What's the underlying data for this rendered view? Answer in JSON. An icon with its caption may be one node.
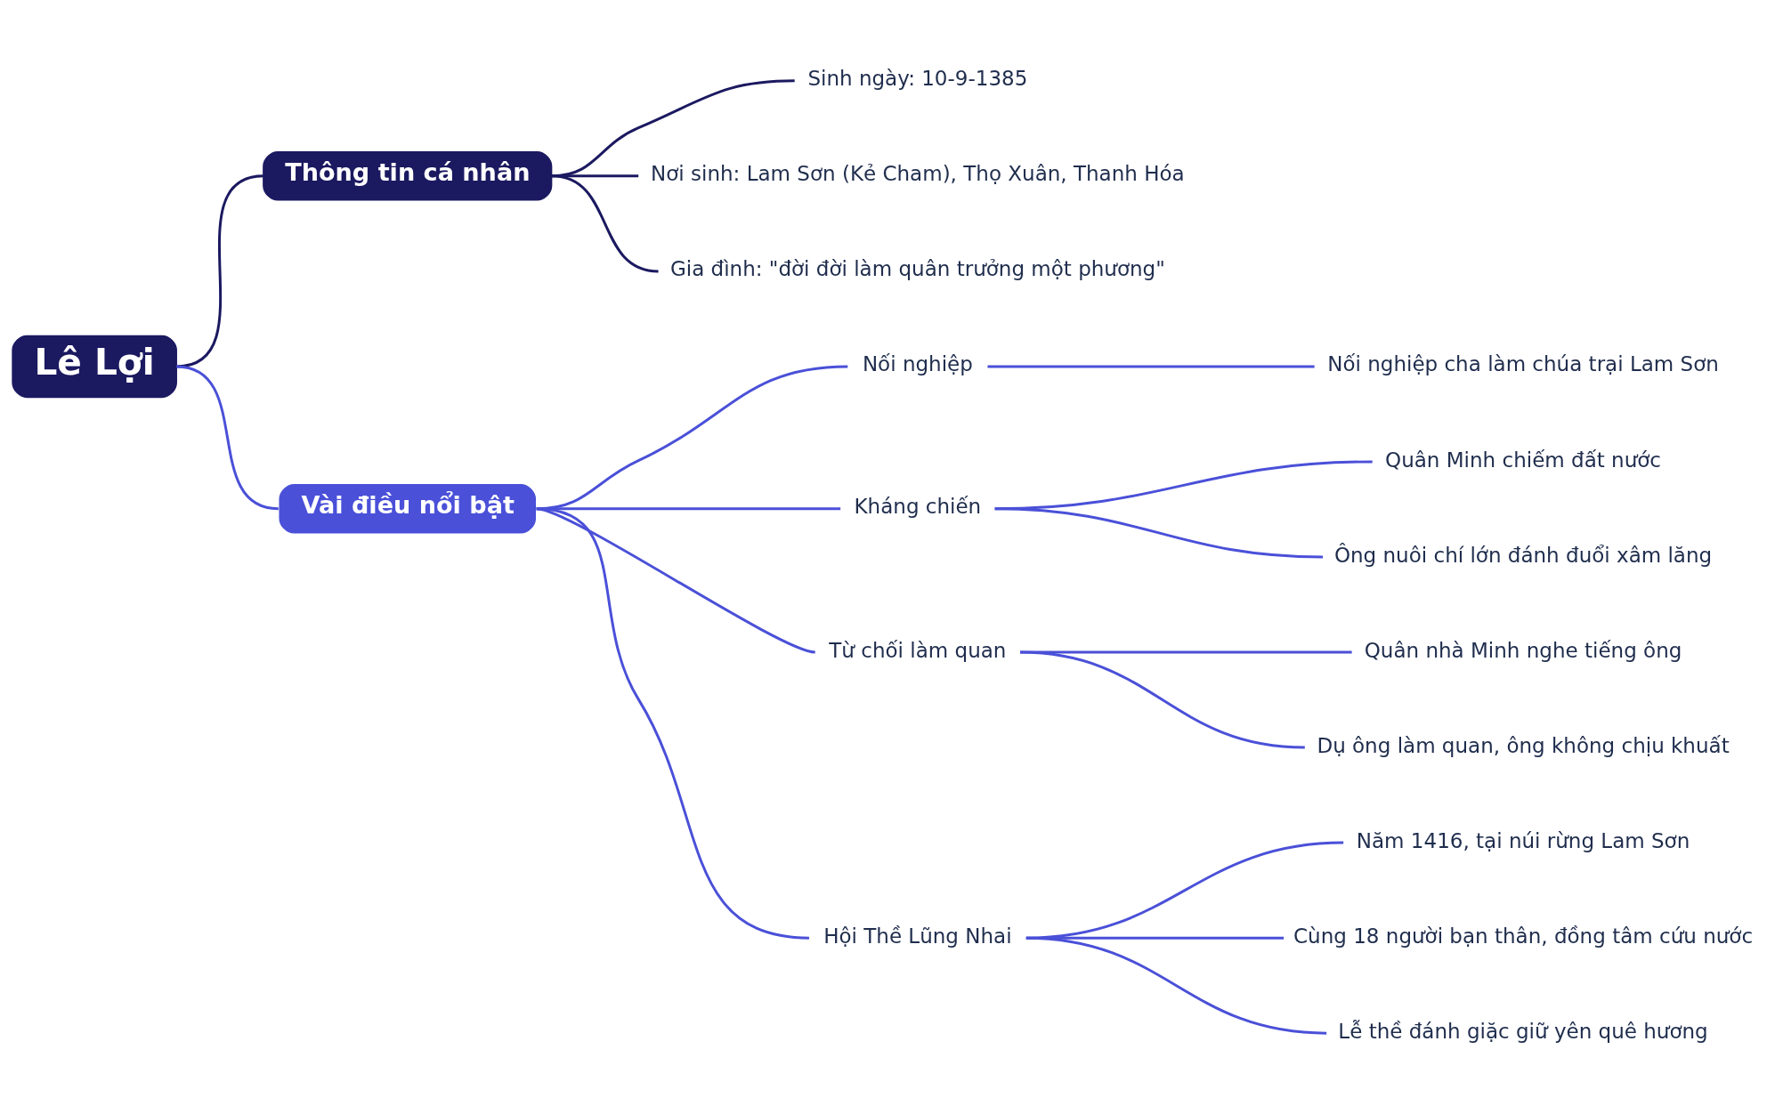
{
  "diagram": {
    "nodes": [
      {
        "text": [
          "Lê Lợi"
        ]
      },
      {
        "text": [
          "Thông tin cá nhân"
        ]
      },
      {
        "text": [
          "Sinh ngày: 10-9-1385"
        ]
      },
      {
        "text": [
          "Nơi sinh: Lam Sơn (Kẻ Cham), Thọ Xuân, Thanh Hóa"
        ]
      },
      {
        "text": [
          "Gia đình: \"đời đời làm quân trưởng một phương\""
        ]
      },
      {
        "text": [
          "Vài điều nổi bật"
        ]
      },
      {
        "text": [
          "Nối nghiệp"
        ]
      },
      {
        "text": [
          "Nối nghiệp cha làm chúa trại Lam Sơn"
        ]
      },
      {
        "text": [
          "Kháng chiến"
        ]
      },
      {
        "text": [
          "Quân Minh chiếm đất nước"
        ]
      },
      {
        "text": [
          "Ông nuôi chí lớn đánh đuổi xâm lăng"
        ]
      },
      {
        "text": [
          "Từ chối làm quan"
        ]
      },
      {
        "text": [
          "Quân nhà Minh nghe tiếng ông"
        ]
      },
      {
        "text": [
          "Dụ ông làm quan, ông không chịu khuất"
        ]
      },
      {
        "text": [
          "Hội Thề Lũng Nhai"
        ]
      },
      {
        "text": [
          "Năm 1416, tại núi rừng Lam Sơn"
        ]
      },
      {
        "text": [
          "Cùng 18 người bạn thân, đồng tâm cứu nước"
        ]
      },
      {
        "text": [
          "Lễ thề đánh giặc giữ yên quê hương"
        ]
      }
    ],
    "edges": [
      {
        "from": 0,
        "to": 1,
        "arrow": "none",
        "color": "#1b1960"
      },
      {
        "from": 1,
        "to": 2,
        "arrow": "none",
        "color": "#1b1960"
      },
      {
        "from": 1,
        "to": 3,
        "arrow": "none",
        "color": "#1b1960"
      },
      {
        "from": 1,
        "to": 4,
        "arrow": "none",
        "color": "#1b1960"
      },
      {
        "from": 0,
        "to": 5,
        "arrow": "none"
      },
      {
        "from": 5,
        "to": 6,
        "arrow": "none"
      },
      {
        "from": 6,
        "to": 7,
        "arrow": "none"
      },
      {
        "from": 5,
        "to": 8,
        "arrow": "none"
      },
      {
        "from": 8,
        "to": 9,
        "arrow": "none"
      },
      {
        "from": 8,
        "to": 10,
        "arrow": "none"
      },
      {
        "from": 5,
        "to": 11,
        "arrow": "none"
      },
      {
        "from": 11,
        "to": 12,
        "arrow": "none"
      },
      {
        "from": 11,
        "to": 13,
        "arrow": "none"
      },
      {
        "from": 5,
        "to": 14,
        "arrow": "none"
      },
      {
        "from": 14,
        "to": 15,
        "arrow": "none"
      },
      {
        "from": 14,
        "to": 16,
        "arrow": "none"
      },
      {
        "from": 14,
        "to": 17,
        "arrow": "none"
      }
    ]
  }
}
